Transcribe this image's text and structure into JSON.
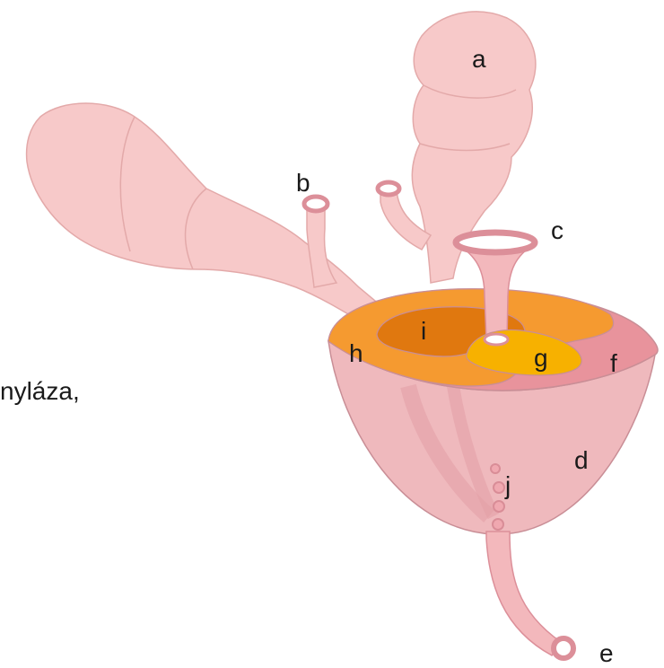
{
  "diagram": {
    "cut_text": "nyláza,",
    "labels": {
      "a": "a",
      "b": "b",
      "c": "c",
      "d": "d",
      "e": "e",
      "f": "f",
      "g": "g",
      "h": "h",
      "i": "i",
      "j": "j"
    },
    "colors": {
      "tissue": "#f7c9c9",
      "tissue_stroke": "#e3a9a9",
      "tube": "#f3b8bc",
      "tube_ring": "#dc8f99",
      "zone_h": "#f59a30",
      "zone_i": "#e0780f",
      "zone_g": "#f7b100",
      "zone_f": "#e8939c",
      "body_d": "#efb9bd",
      "body_stroke": "#c98e96"
    }
  }
}
